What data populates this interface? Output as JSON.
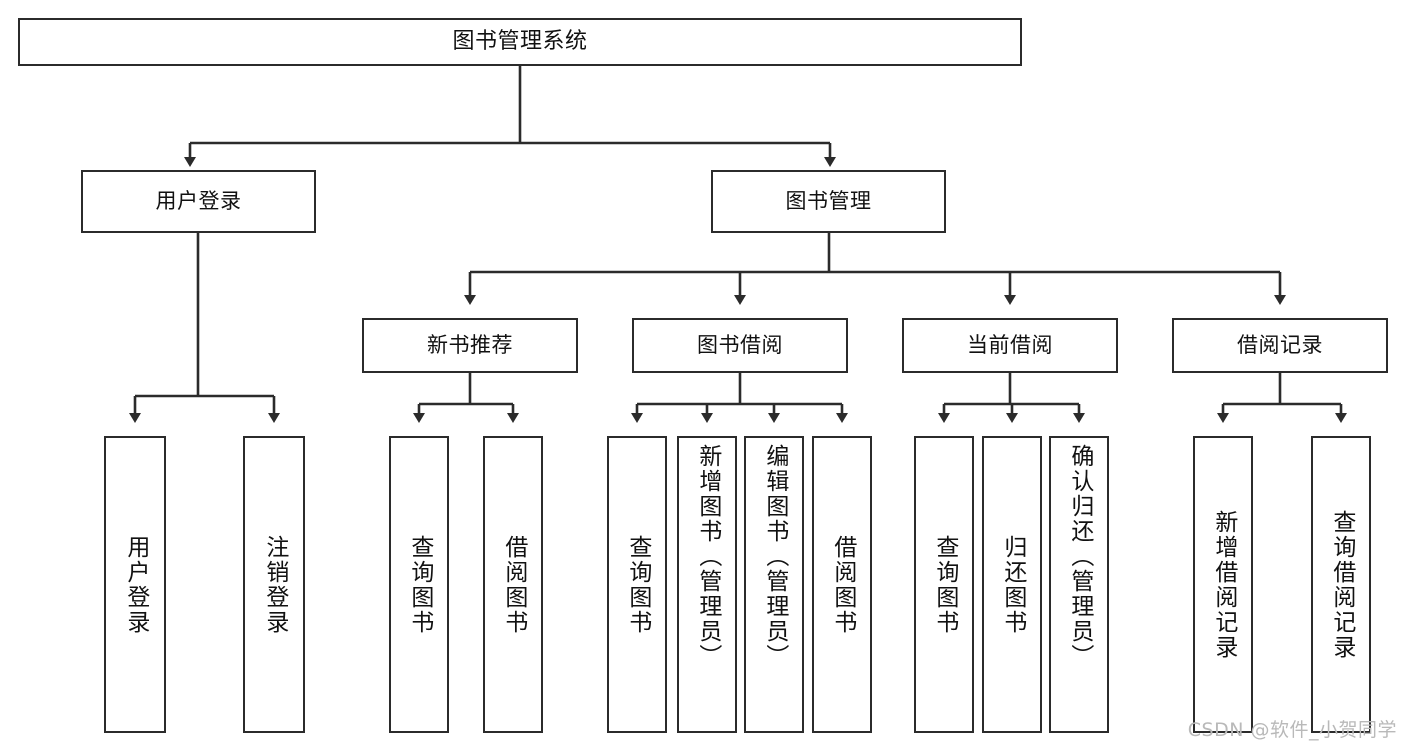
{
  "diagram": {
    "title": "图书管理系统",
    "type": "tree",
    "watermark": "CSDN @软件_小贺同学",
    "colors": {
      "stroke": "#2b2b2b",
      "fill": "#ffffff",
      "text": "#111111",
      "watermark": "#b9b9b9"
    },
    "nodes": {
      "root": {
        "label": "图书管理系统"
      },
      "level2": [
        {
          "id": "user-login",
          "label": "用户登录"
        },
        {
          "id": "book-management",
          "label": "图书管理"
        }
      ],
      "level3": [
        {
          "id": "new-book-recommend",
          "label": "新书推荐"
        },
        {
          "id": "book-borrow",
          "label": "图书借阅"
        },
        {
          "id": "current-borrow",
          "label": "当前借阅"
        },
        {
          "id": "borrow-record",
          "label": "借阅记录"
        }
      ],
      "leaves": [
        {
          "id": "leaf-user-login",
          "label": "用户登录",
          "parent": "user-login"
        },
        {
          "id": "leaf-user-logout",
          "label": "注销登录",
          "parent": "user-login"
        },
        {
          "id": "leaf-query-book-1",
          "label": "查询图书",
          "parent": "new-book-recommend"
        },
        {
          "id": "leaf-borrow-book-1",
          "label": "借阅图书",
          "parent": "new-book-recommend"
        },
        {
          "id": "leaf-query-book-2",
          "label": "查询图书",
          "parent": "book-borrow"
        },
        {
          "id": "leaf-add-book",
          "label": "新增图书（管理员）",
          "parent": "book-borrow"
        },
        {
          "id": "leaf-edit-book",
          "label": "编辑图书（管理员）",
          "parent": "book-borrow"
        },
        {
          "id": "leaf-borrow-book-2",
          "label": "借阅图书",
          "parent": "book-borrow"
        },
        {
          "id": "leaf-query-book-3",
          "label": "查询图书",
          "parent": "current-borrow"
        },
        {
          "id": "leaf-return-book",
          "label": "归还图书",
          "parent": "current-borrow"
        },
        {
          "id": "leaf-confirm-return",
          "label": "确认归还（管理员）",
          "parent": "current-borrow"
        },
        {
          "id": "leaf-add-record",
          "label": "新增借阅记录",
          "parent": "borrow-record"
        },
        {
          "id": "leaf-query-record",
          "label": "查询借阅记录",
          "parent": "borrow-record"
        }
      ]
    }
  }
}
